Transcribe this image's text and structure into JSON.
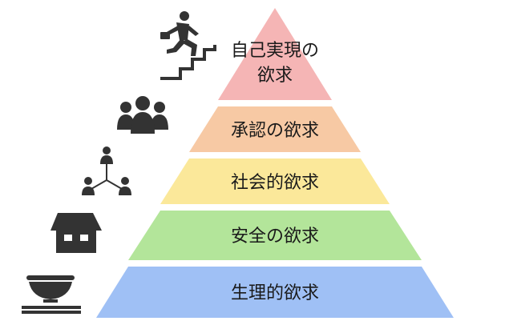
{
  "pyramid": {
    "levels": [
      {
        "lines": [
          "自己実現の",
          "欲求"
        ],
        "color": "#f5b5b5",
        "icon": "running-up-stairs-icon"
      },
      {
        "lines": [
          "承認の欲求"
        ],
        "color": "#f7c9a4",
        "icon": "group-of-people-icon"
      },
      {
        "lines": [
          "社会的欲求"
        ],
        "color": "#fbe89a",
        "icon": "social-network-icon"
      },
      {
        "lines": [
          "安全の欲求"
        ],
        "color": "#b3e59a",
        "icon": "house-icon"
      },
      {
        "lines": [
          "生理的欲求"
        ],
        "color": "#9fc0f5",
        "icon": "rice-bowl-chopsticks-icon"
      }
    ]
  }
}
